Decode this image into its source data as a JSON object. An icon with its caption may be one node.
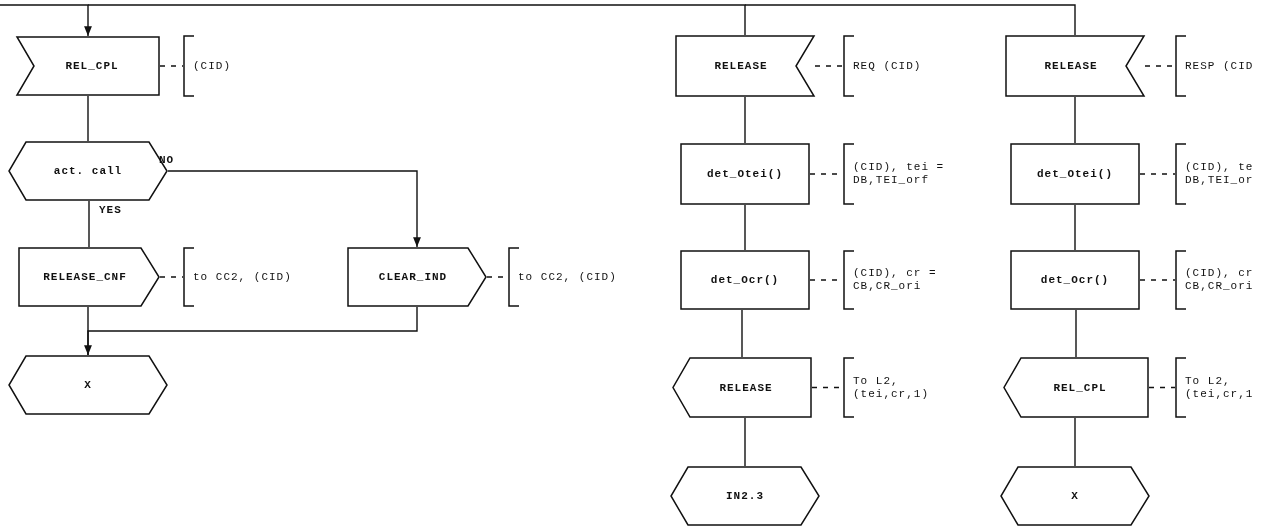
{
  "diagram": {
    "nodes": [
      {
        "text": [
          "REL_CPL"
        ]
      },
      {
        "text": [
          "(CID)"
        ]
      },
      {
        "text": [
          "act. call"
        ]
      },
      {
        "text": [
          "RELEASE_CNF"
        ]
      },
      {
        "text": [
          "to CC2, (CID)"
        ]
      },
      {
        "text": [
          "CLEAR_IND"
        ]
      },
      {
        "text": [
          "to CC2, (CID)"
        ]
      },
      {
        "text": [
          "X"
        ]
      },
      {
        "text": [
          "RELEASE"
        ]
      },
      {
        "text": [
          "REQ (CID)"
        ]
      },
      {
        "text": [
          "det_Otei()"
        ]
      },
      {
        "text": [
          "(CID), tei = DB,TEI_orf"
        ]
      },
      {
        "text": [
          "det_Ocr()"
        ]
      },
      {
        "text": [
          "(CID), cr = CB,CR_ori"
        ]
      },
      {
        "text": [
          "RELEASE"
        ]
      },
      {
        "text": [
          "To L2, (tei,cr,1)"
        ]
      },
      {
        "text": [
          "IN2.3"
        ]
      },
      {
        "text": [
          "RELEASE"
        ]
      },
      {
        "text": [
          "RESP (CID"
        ]
      },
      {
        "text": [
          "det_Otei()"
        ]
      },
      {
        "text": [
          "(CID), te DB,TEI_or"
        ]
      },
      {
        "text": [
          "det_Ocr()"
        ]
      },
      {
        "text": [
          "(CID), cr CB,CR_ori"
        ]
      },
      {
        "text": [
          "REL_CPL"
        ]
      },
      {
        "text": [
          "To L2, (tei,cr,1"
        ]
      },
      {
        "text": [
          "X"
        ]
      }
    ],
    "edges": [
      {
        "from": null,
        "to": 0,
        "arrow": "to"
      },
      {
        "from": null,
        "to": 8,
        "arrow": "none"
      },
      {
        "from": null,
        "to": 17,
        "arrow": "none"
      },
      {
        "from": 0,
        "to": 1,
        "arrow": "none",
        "style": "dashed"
      },
      {
        "from": 0,
        "to": 2,
        "arrow": "none"
      },
      {
        "from": 2,
        "to": 3,
        "arrow": "none",
        "label": "YES"
      },
      {
        "from": 2,
        "to": 5,
        "arrow": "to",
        "label": "NO"
      },
      {
        "from": 3,
        "to": 4,
        "arrow": "none",
        "style": "dashed"
      },
      {
        "from": 5,
        "to": 6,
        "arrow": "none",
        "style": "dashed"
      },
      {
        "from": 3,
        "to": 7,
        "arrow": "none"
      },
      {
        "from": 5,
        "to": 7,
        "arrow": "to"
      },
      {
        "from": 8,
        "to": 9,
        "arrow": "none",
        "style": "dashed"
      },
      {
        "from": 8,
        "to": 10,
        "arrow": "none"
      },
      {
        "from": 10,
        "to": 11,
        "arrow": "none",
        "style": "dashed"
      },
      {
        "from": 10,
        "to": 12,
        "arrow": "none"
      },
      {
        "from": 12,
        "to": 13,
        "arrow": "none",
        "style": "dashed"
      },
      {
        "from": 12,
        "to": 14,
        "arrow": "none"
      },
      {
        "from": 14,
        "to": 15,
        "arrow": "none",
        "style": "dashed"
      },
      {
        "from": 14,
        "to": 16,
        "arrow": "none"
      },
      {
        "from": 17,
        "to": 18,
        "arrow": "none",
        "style": "dashed"
      },
      {
        "from": 17,
        "to": 19,
        "arrow": "none"
      },
      {
        "from": 19,
        "to": 20,
        "arrow": "none",
        "style": "dashed"
      },
      {
        "from": 19,
        "to": 21,
        "arrow": "none"
      },
      {
        "from": 21,
        "to": 22,
        "arrow": "none",
        "style": "dashed"
      },
      {
        "from": 21,
        "to": 23,
        "arrow": "none"
      },
      {
        "from": 23,
        "to": 24,
        "arrow": "none",
        "style": "dashed"
      },
      {
        "from": 23,
        "to": 25,
        "arrow": "none"
      }
    ]
  }
}
